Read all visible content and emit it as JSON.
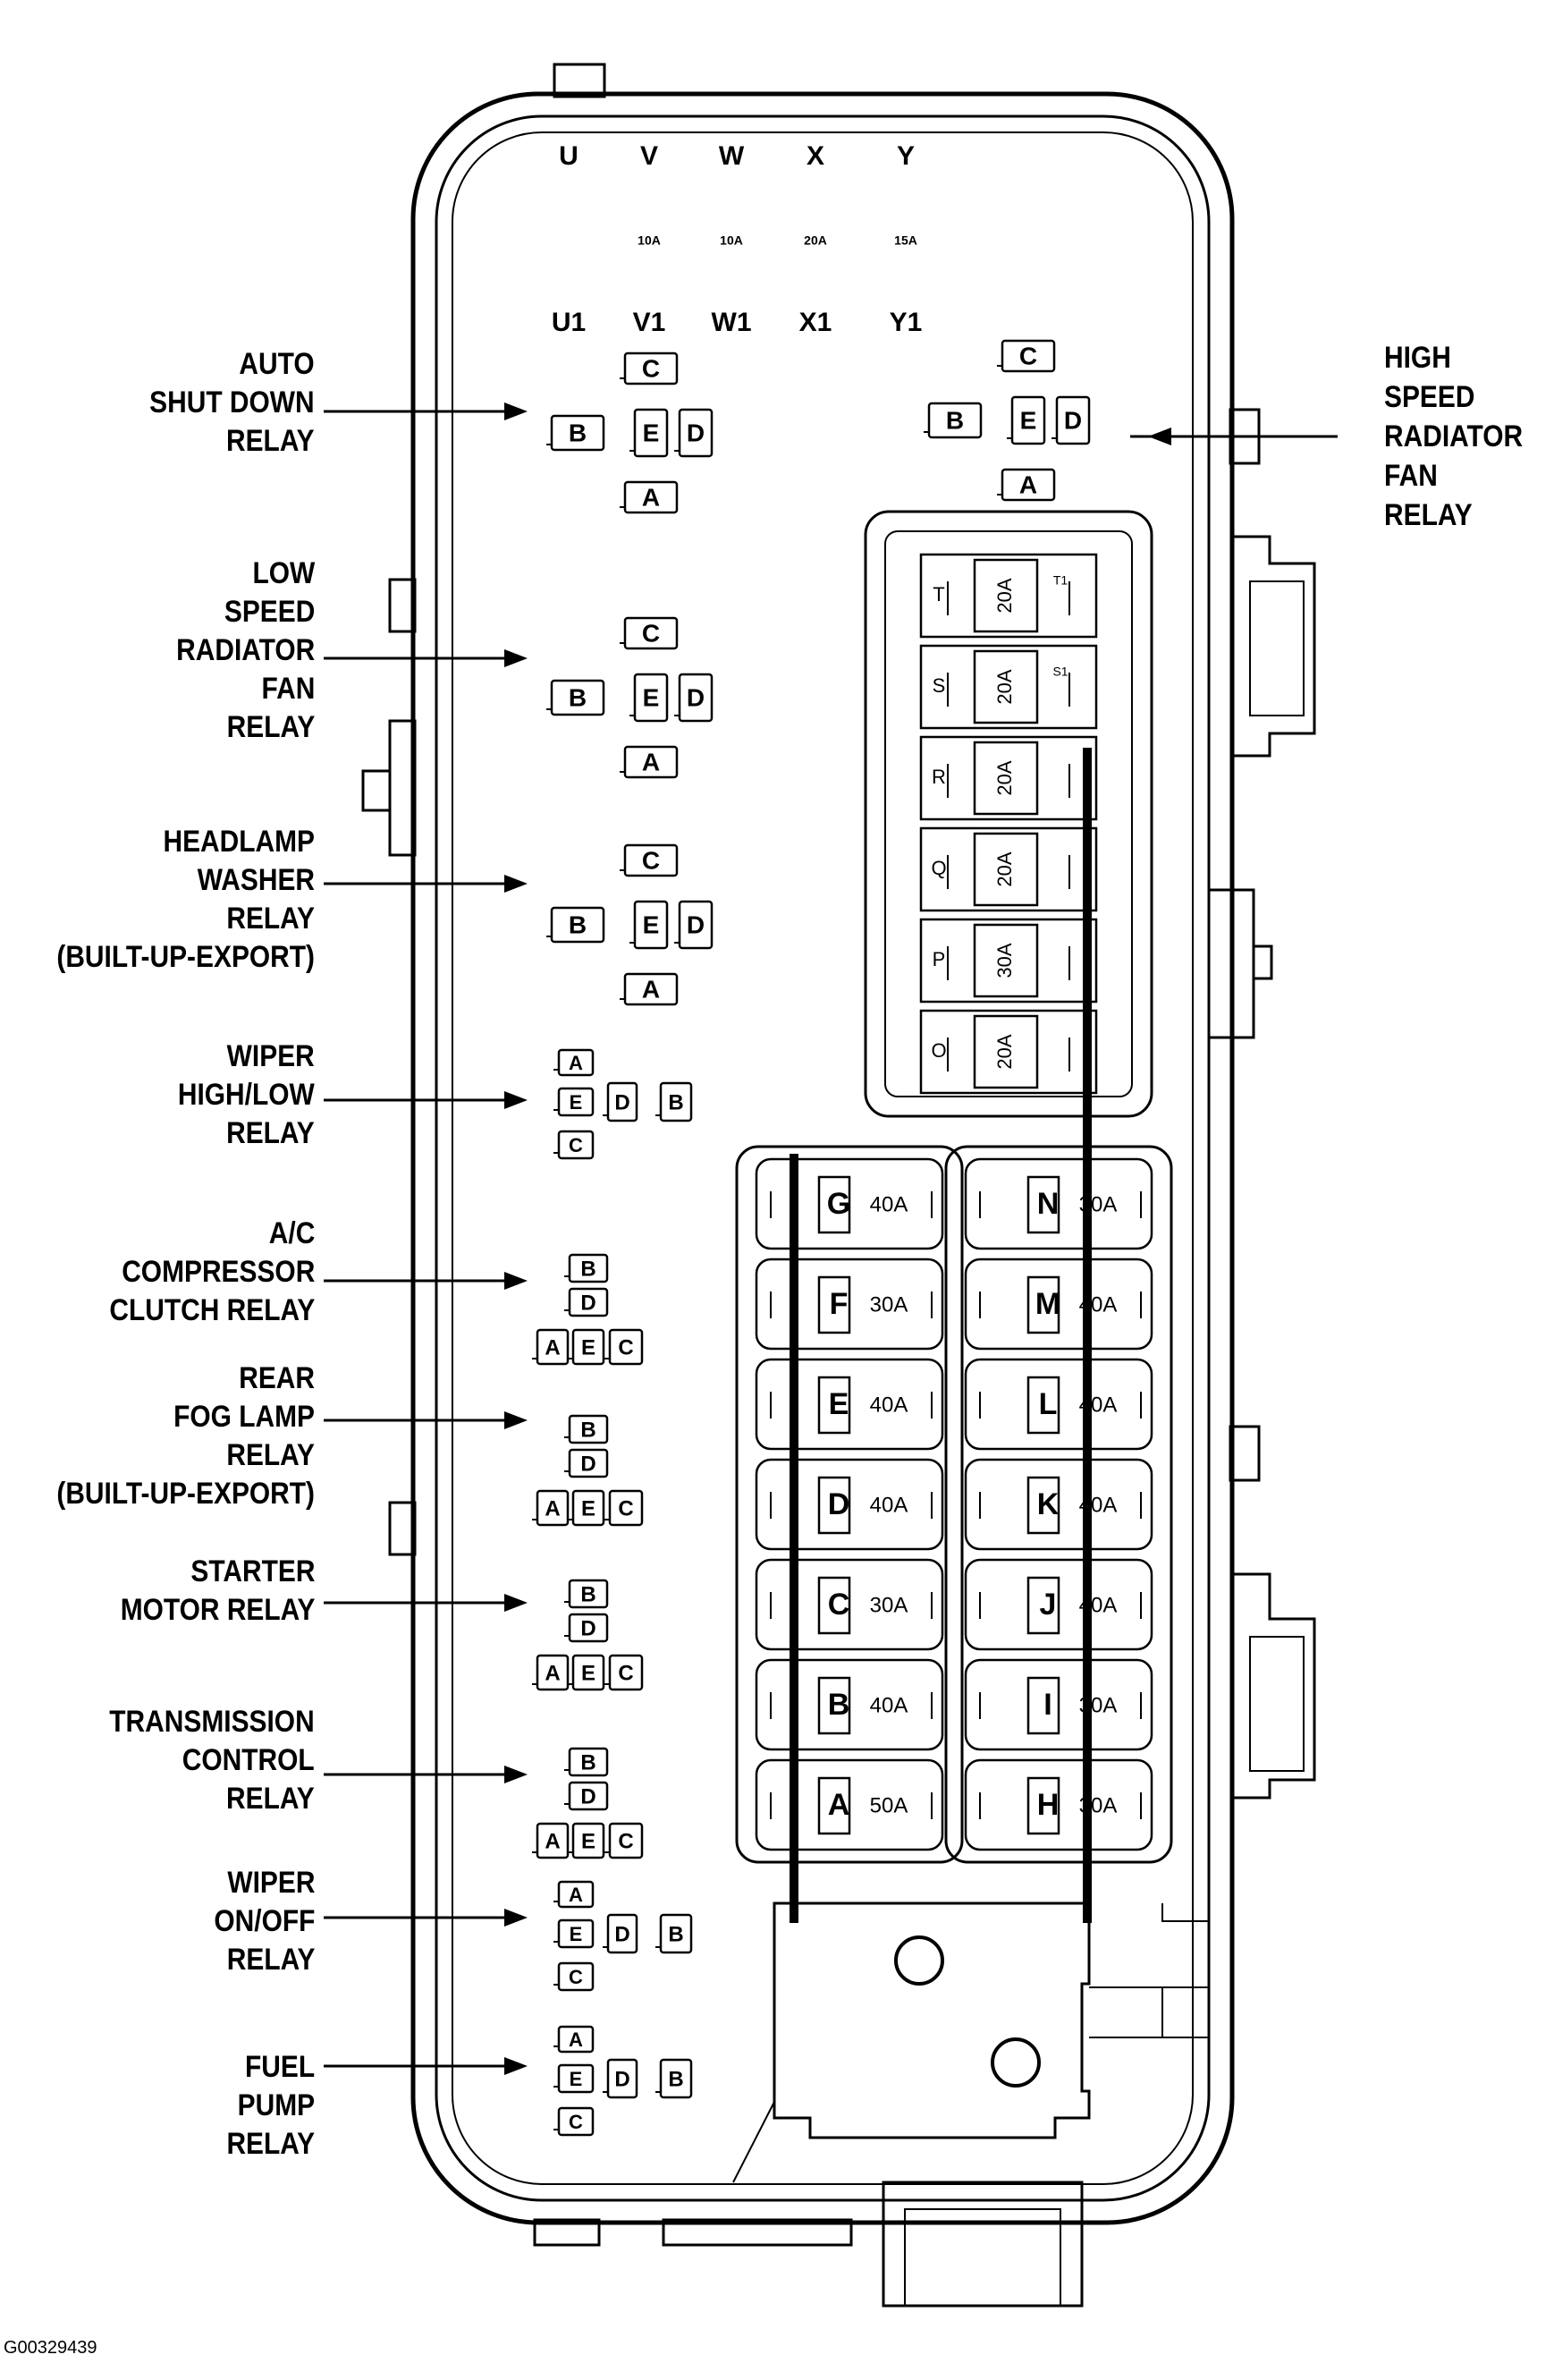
{
  "figure_id": "G00329439",
  "top_fuses": [
    {
      "letter": "U",
      "sub": "U1",
      "rating": ""
    },
    {
      "letter": "V",
      "sub": "V1",
      "rating": "10A"
    },
    {
      "letter": "W",
      "sub": "W1",
      "rating": "10A"
    },
    {
      "letter": "X",
      "sub": "X1",
      "rating": "20A"
    },
    {
      "letter": "Y",
      "sub": "Y1",
      "rating": "15A"
    }
  ],
  "relay_labels_left": [
    {
      "lines": [
        "AUTO",
        "SHUT DOWN",
        "RELAY"
      ]
    },
    {
      "lines": [
        "LOW",
        "SPEED",
        "RADIATOR",
        "FAN",
        "RELAY"
      ]
    },
    {
      "lines": [
        "HEADLAMP",
        "WASHER",
        "RELAY",
        "(BUILT-UP-EXPORT)"
      ]
    },
    {
      "lines": [
        "WIPER",
        "HIGH/LOW",
        "RELAY"
      ]
    },
    {
      "lines": [
        "A/C",
        "COMPRESSOR",
        "CLUTCH RELAY"
      ]
    },
    {
      "lines": [
        "REAR",
        "FOG LAMP",
        "RELAY",
        "(BUILT-UP-EXPORT)"
      ]
    },
    {
      "lines": [
        "STARTER",
        "MOTOR RELAY"
      ]
    },
    {
      "lines": [
        "TRANSMISSION",
        "CONTROL",
        "RELAY"
      ]
    },
    {
      "lines": [
        "WIPER",
        "ON/OFF",
        "RELAY"
      ]
    },
    {
      "lines": [
        "FUEL",
        "PUMP",
        "RELAY"
      ]
    }
  ],
  "relay_label_right": {
    "lines": [
      "HIGH",
      "SPEED",
      "RADIATOR",
      "FAN",
      "RELAY"
    ]
  },
  "relay_terminals": [
    "A",
    "B",
    "C",
    "D",
    "E"
  ],
  "mini_fuses": [
    {
      "letter": "T",
      "rating": "20A",
      "sub": "T1"
    },
    {
      "letter": "S",
      "rating": "20A",
      "sub": "S1"
    },
    {
      "letter": "R",
      "rating": "20A",
      "sub": ""
    },
    {
      "letter": "Q",
      "rating": "20A",
      "sub": ""
    },
    {
      "letter": "P",
      "rating": "30A",
      "sub": ""
    },
    {
      "letter": "O",
      "rating": "20A",
      "sub": ""
    }
  ],
  "maxi_fuses_left": [
    {
      "letter": "G",
      "rating": "40A"
    },
    {
      "letter": "F",
      "rating": "30A"
    },
    {
      "letter": "E",
      "rating": "40A"
    },
    {
      "letter": "D",
      "rating": "40A"
    },
    {
      "letter": "C",
      "rating": "30A"
    },
    {
      "letter": "B",
      "rating": "40A"
    },
    {
      "letter": "A",
      "rating": "50A"
    }
  ],
  "maxi_fuses_right": [
    {
      "letter": "N",
      "rating": "30A"
    },
    {
      "letter": "M",
      "rating": "40A"
    },
    {
      "letter": "L",
      "rating": "40A"
    },
    {
      "letter": "K",
      "rating": "40A"
    },
    {
      "letter": "J",
      "rating": "40A"
    },
    {
      "letter": "I",
      "rating": "30A"
    },
    {
      "letter": "H",
      "rating": "30A"
    }
  ]
}
